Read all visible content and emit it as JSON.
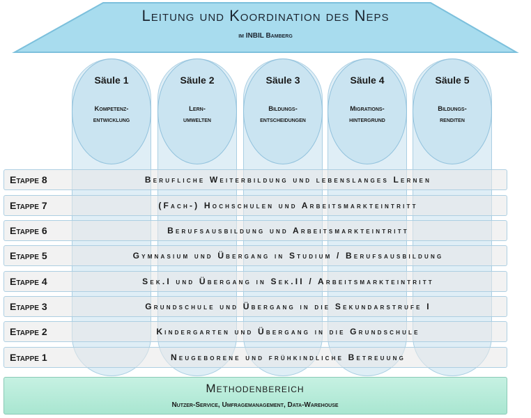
{
  "header": {
    "title": "Leitung und Koordination des Neps",
    "subtitle": "im INBIL Bamberg",
    "roof_color": "#a8dcee"
  },
  "pillars": [
    {
      "title": "Säule 1",
      "subtitle": "Kompetenz-\nentwicklung"
    },
    {
      "title": "Säule 2",
      "subtitle": "Lern-\numwelten"
    },
    {
      "title": "Säule 3",
      "subtitle": "Bildungs-\nentscheidungen"
    },
    {
      "title": "Säule 4",
      "subtitle": "Migrations-\nhintergrund"
    },
    {
      "title": "Säule 5",
      "subtitle": "Bildungs-\nrenditen"
    }
  ],
  "stages": [
    {
      "label": "Etappe 8",
      "text": "Berufliche Weiterbildung und lebenslanges Lernen"
    },
    {
      "label": "Etappe 7",
      "text": "(Fach-) Hochschulen und Arbeitsmarkteintritt"
    },
    {
      "label": "Etappe 6",
      "text": "Berufsausbildung und Arbeitsmarkteintritt"
    },
    {
      "label": "Etappe 5",
      "text": "Gymnasium und Übergang in Studium / Berufsausbildung"
    },
    {
      "label": "Etappe 4",
      "text": "Sek.I und Übergang in Sek.II / Arbeitsmarkteintritt"
    },
    {
      "label": "Etappe 3",
      "text": "Grundschule und Übergang in die Sekundarstrufe I"
    },
    {
      "label": "Etappe 2",
      "text": "Kindergarten und Übergang in die Grundschule"
    },
    {
      "label": "Etappe 1",
      "text": "Neugeborene und frühkindliche Betreuung"
    }
  ],
  "methods": {
    "title": "Methodenbereich",
    "subtitle": "Nutzer-Service, Umfragemanagement, Data-Warehouse",
    "color": "#b8ecdb"
  }
}
